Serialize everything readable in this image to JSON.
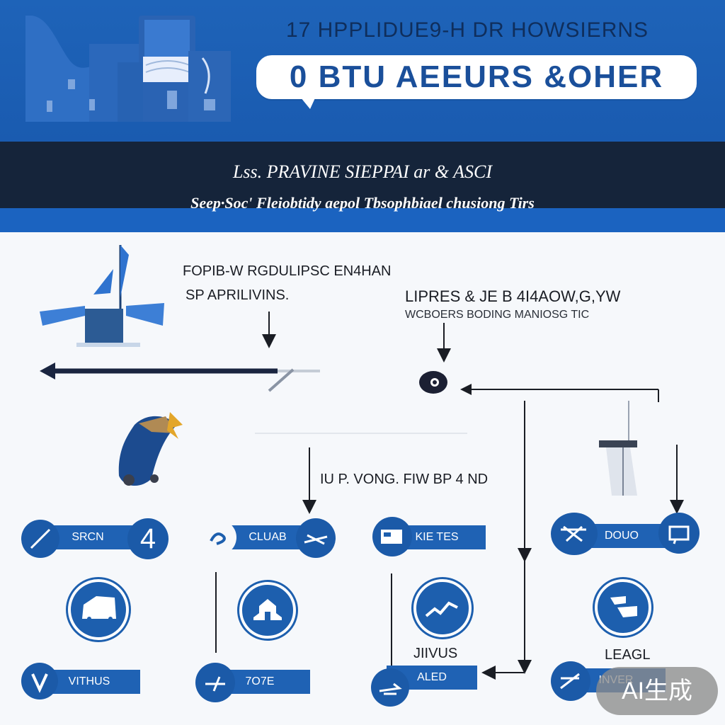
{
  "header": {
    "title": "17 HPPLIDUE9-H DR HOWSIERNS",
    "bubble_text": "0 BTU AEEURS &OHER"
  },
  "band": {
    "line1": "Lss. PRAVINE SIEPPAI ar & ASCI",
    "line2": "Seep·Soc' Fleiobtidy aepol Tbsophbiael chusiong Tirs"
  },
  "body": {
    "t1": "FOPIB-W RGDULIPSC EN4HAN",
    "t2": "SP APRILIVINS.",
    "t3": "LIPRES & JE B 4I4AOW,G,YW",
    "t4": "WCBOERS BODING MANIOSG TIC",
    "t5": "IU P. VONG. FIW BP 4 ND",
    "t6": "JIIVUS",
    "t7": "LEAGL"
  },
  "pills": [
    {
      "label": "SRCN",
      "num": "4"
    },
    {
      "label": "CLUAB"
    },
    {
      "label": "KIE TES"
    },
    {
      "label": "DOUO"
    },
    {
      "label": "VITHUS"
    },
    {
      "label": "7O7E"
    },
    {
      "label": "ALED"
    },
    {
      "label": "INVER"
    }
  ],
  "watermark": "AI生成",
  "colors": {
    "primary_blue": "#1d5fae",
    "dark_band": "#15243a",
    "header_blue": "#1e63b8"
  }
}
